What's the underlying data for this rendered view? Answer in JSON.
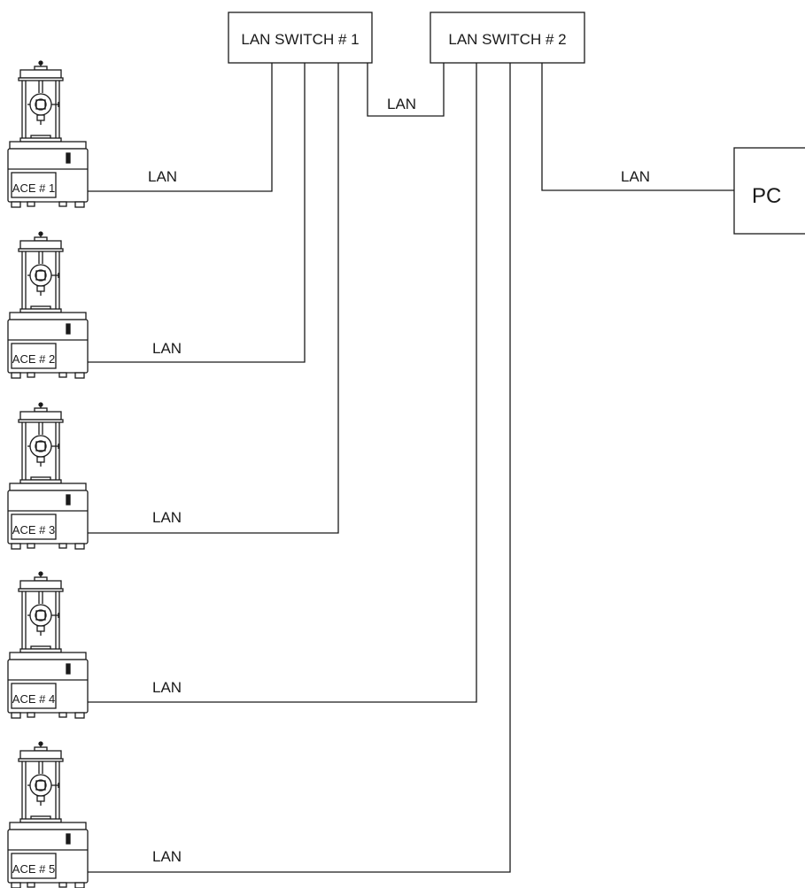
{
  "switches": [
    {
      "id": "sw1",
      "label": "LAN SWITCH # 1"
    },
    {
      "id": "sw2",
      "label": "LAN SWITCH # 2"
    }
  ],
  "pc": {
    "label": "PC"
  },
  "machines": [
    {
      "id": "ace1",
      "label": "ACE # 1",
      "link_label": "LAN",
      "switch": "sw1"
    },
    {
      "id": "ace2",
      "label": "ACE # 2",
      "link_label": "LAN",
      "switch": "sw1"
    },
    {
      "id": "ace3",
      "label": "ACE # 3",
      "link_label": "LAN",
      "switch": "sw1"
    },
    {
      "id": "ace4",
      "label": "ACE # 4",
      "link_label": "LAN",
      "switch": "sw2"
    },
    {
      "id": "ace5",
      "label": "ACE # 5",
      "link_label": "LAN",
      "switch": "sw2"
    }
  ],
  "links": {
    "switch_to_switch_label": "LAN",
    "switch_to_pc_label": "LAN"
  }
}
